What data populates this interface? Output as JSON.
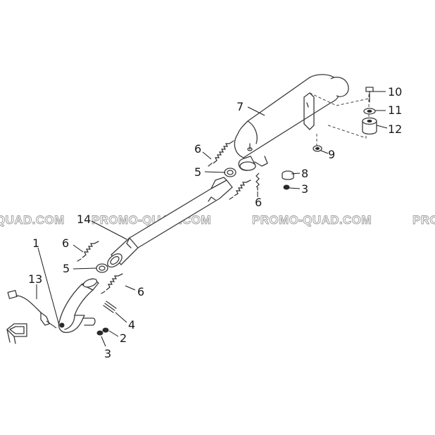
{
  "watermarks": [
    "QUAD.COM",
    "PROMO-QUAD.COM",
    "PROMO-QUAD.COM",
    "PRO"
  ],
  "callouts": [
    {
      "id": "c10",
      "label": "10"
    },
    {
      "id": "c11",
      "label": "11"
    },
    {
      "id": "c12",
      "label": "12"
    },
    {
      "id": "c7",
      "label": "7"
    },
    {
      "id": "c9",
      "label": "9"
    },
    {
      "id": "c6a",
      "label": "6"
    },
    {
      "id": "c5a",
      "label": "5"
    },
    {
      "id": "c8",
      "label": "8"
    },
    {
      "id": "c3a",
      "label": "3"
    },
    {
      "id": "c6b",
      "label": "6"
    },
    {
      "id": "c14",
      "label": "14"
    },
    {
      "id": "c1",
      "label": "1"
    },
    {
      "id": "c6c",
      "label": "6"
    },
    {
      "id": "c5b",
      "label": "5"
    },
    {
      "id": "c13",
      "label": "13"
    },
    {
      "id": "c6d",
      "label": "6"
    },
    {
      "id": "c4",
      "label": "4"
    },
    {
      "id": "c2",
      "label": "2"
    },
    {
      "id": "c3b",
      "label": "3"
    }
  ],
  "colors": {
    "line": "#3a3a3a",
    "watermark": "#9a9a9a",
    "background": "#ffffff"
  }
}
